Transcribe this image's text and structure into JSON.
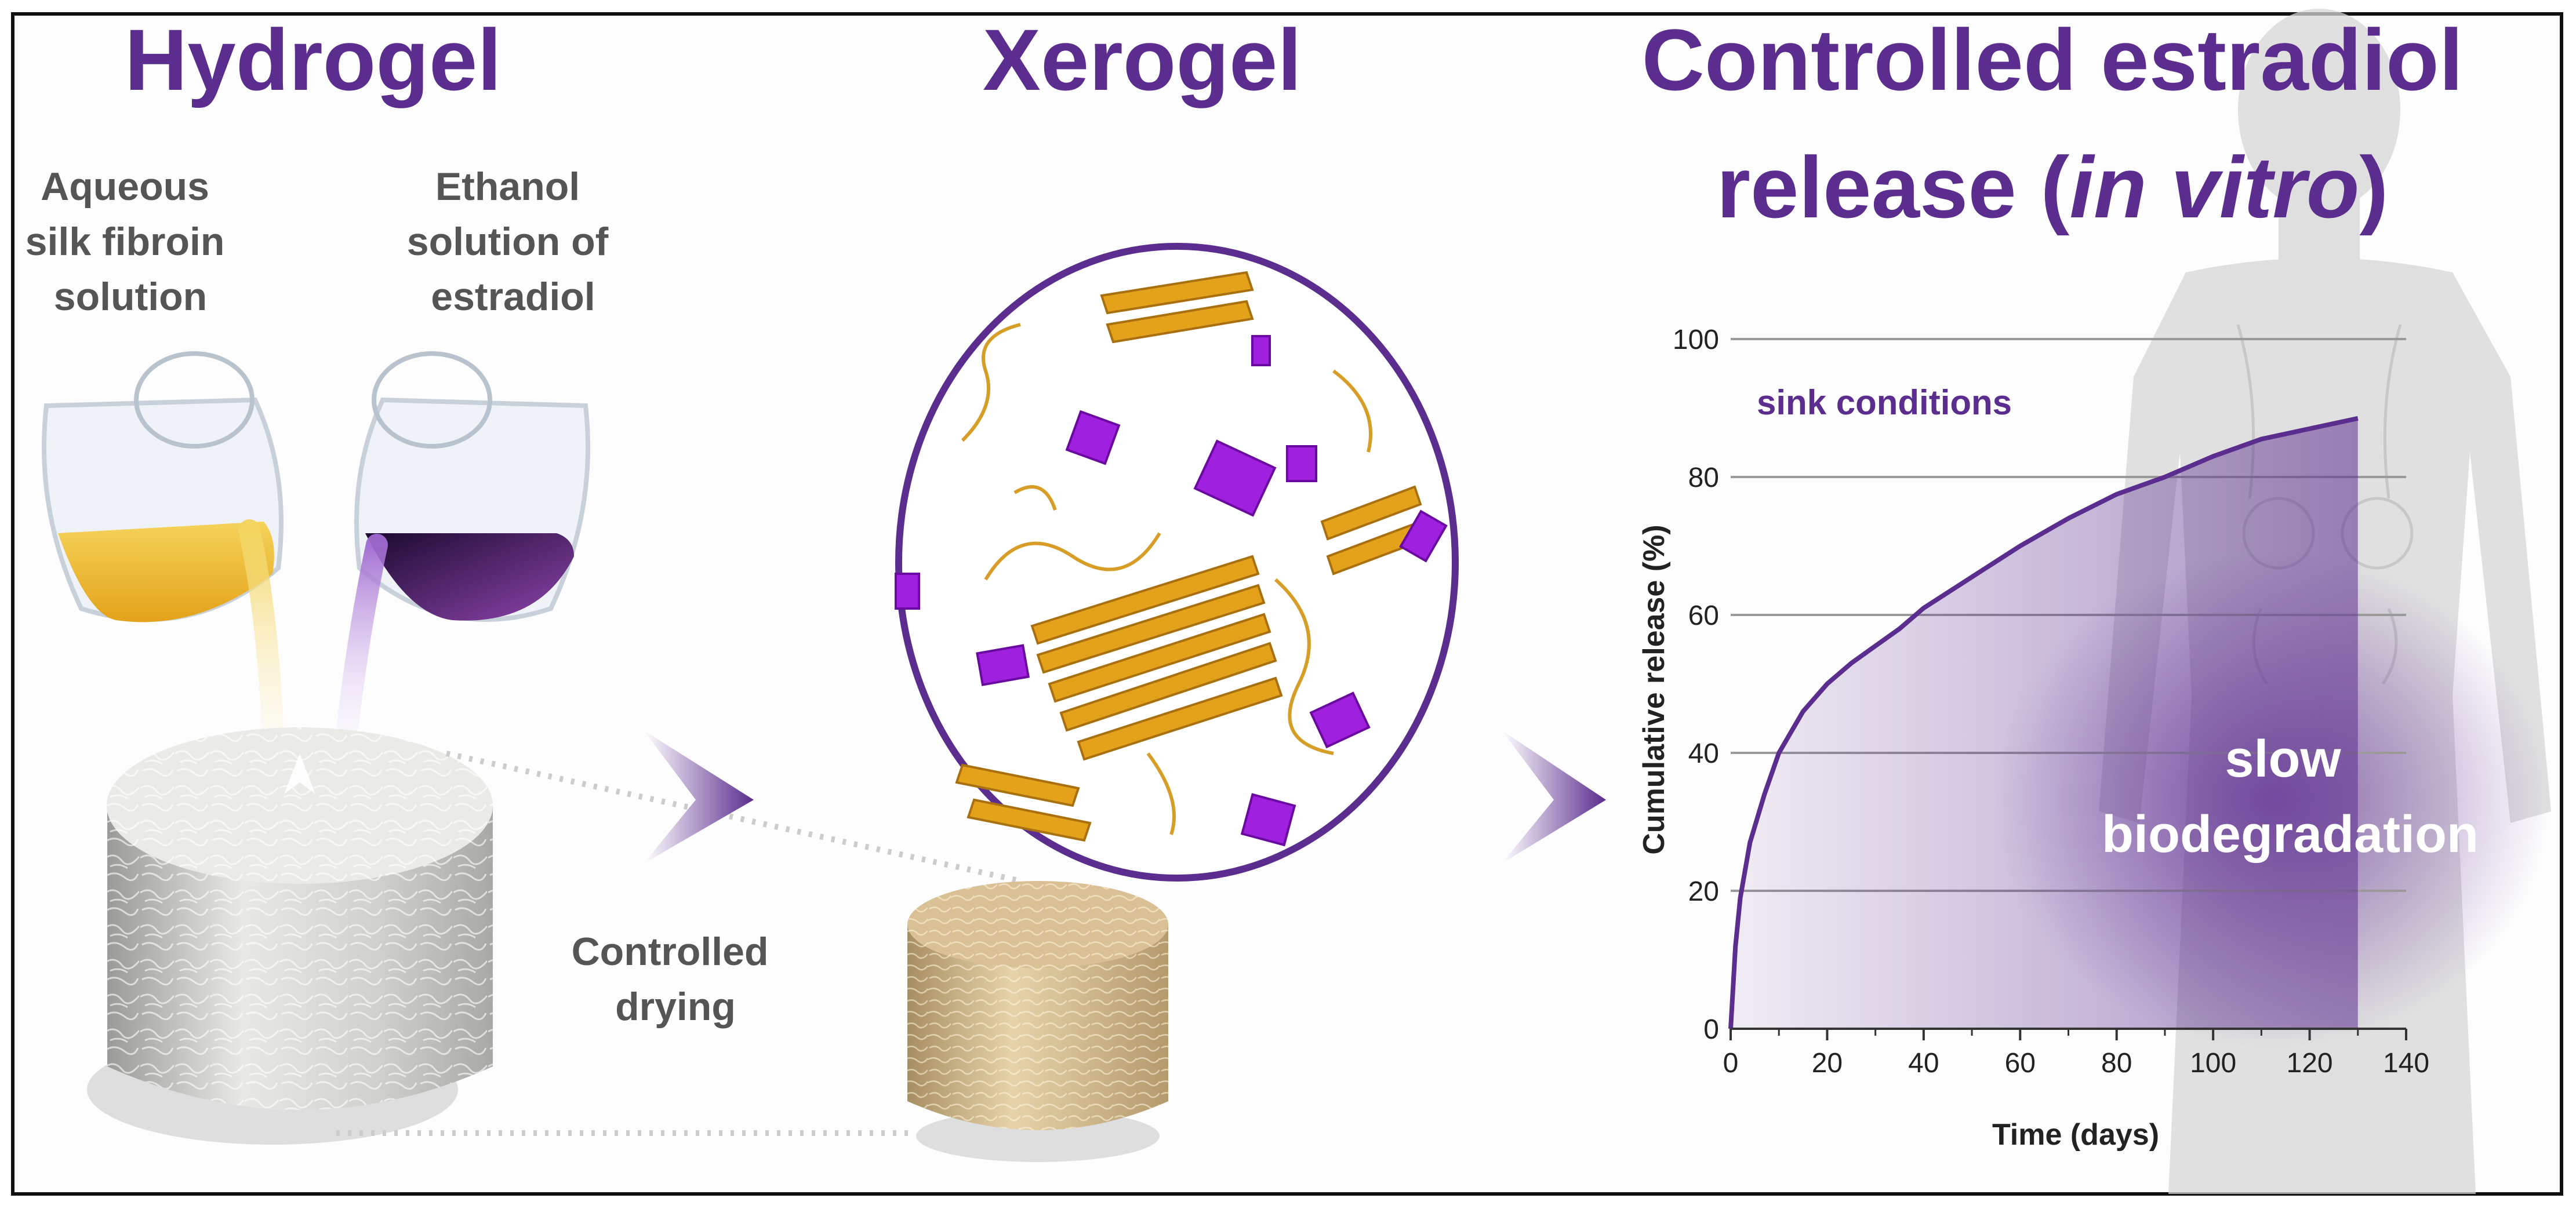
{
  "panels": {
    "hydrogel": {
      "title": "Hydrogel",
      "left_solution": [
        "Aqueous",
        "silk fibroin",
        "solution"
      ],
      "right_solution": [
        "Ethanol",
        "solution of",
        "estradiol"
      ]
    },
    "xerogel": {
      "title": "Xerogel",
      "process": [
        "Controlled",
        "drying"
      ]
    },
    "release": {
      "title_line1": "Controlled estradiol",
      "title_line2_prefix": "release (",
      "title_line2_italic": "in vitro",
      "title_line2_suffix": ")",
      "overlay_text": [
        "slow",
        "biodegradation"
      ]
    }
  },
  "colors": {
    "title_purple": "#5b2d8e",
    "curve_purple": "#5b2d8e",
    "gold": "#e3a21a",
    "estradiol_violet": "#a020e0",
    "label_gray": "#555555"
  },
  "icons": [
    "beaker-icon",
    "cylinder-icon",
    "protein-ribbon-icon",
    "human-silhouette-icon",
    "chevron-arrow-icon"
  ],
  "chart_data": {
    "type": "area",
    "title": "",
    "xlabel": "Time (days)",
    "ylabel": "Cumulative release (%)",
    "xlim": [
      0,
      140
    ],
    "ylim": [
      0,
      100
    ],
    "xticks": [
      0,
      20,
      40,
      60,
      80,
      100,
      120,
      140
    ],
    "yticks": [
      0,
      20,
      40,
      60,
      80,
      100
    ],
    "grid": "horizontal",
    "annotations": [
      "sink conditions"
    ],
    "series": [
      {
        "name": "",
        "x": [
          0,
          1,
          2,
          4,
          7,
          10,
          15,
          20,
          25,
          30,
          35,
          40,
          50,
          60,
          70,
          80,
          90,
          100,
          110,
          120,
          130
        ],
        "values": [
          0,
          12,
          19,
          27,
          34,
          40,
          46,
          50,
          53,
          55.5,
          58,
          61,
          65.5,
          70,
          74,
          77.5,
          80,
          83,
          85.5,
          87,
          88.5
        ]
      }
    ]
  }
}
